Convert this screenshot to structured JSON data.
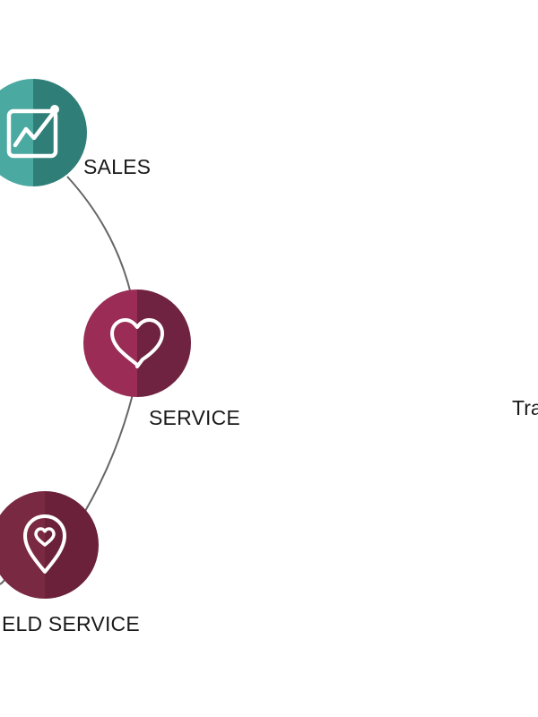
{
  "nodes": [
    {
      "key": "sales",
      "label": "SALES",
      "icon": "growth-chart-icon",
      "color_left": "#4aa9a0",
      "color_right": "#2f7f78"
    },
    {
      "key": "service",
      "label": "SERVICE",
      "icon": "heart-icon",
      "color_left": "#9a2c55",
      "color_right": "#6f2340"
    },
    {
      "key": "field_service",
      "label": "ELD SERVICE",
      "icon": "location-heart-icon",
      "color_left": "#7a2942",
      "color_right": "#6a2139"
    }
  ],
  "side_text": "Tra",
  "connector_color": "#666666"
}
